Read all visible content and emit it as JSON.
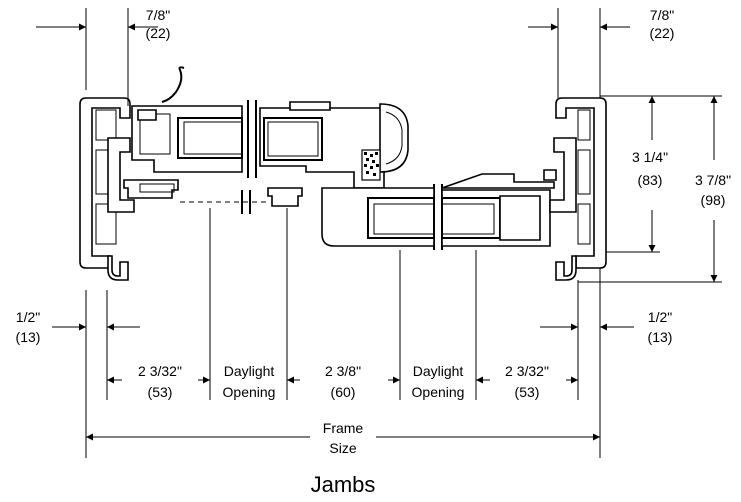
{
  "dimensions": {
    "top_left": {
      "imperial": "7/8\"",
      "metric": "(22)"
    },
    "top_right": {
      "imperial": "7/8\"",
      "metric": "(22)"
    },
    "height_inner": {
      "imperial": "3 1/4\"",
      "metric": "(83)"
    },
    "height_outer": {
      "imperial": "3 7/8\"",
      "metric": "(98)"
    },
    "side_left": {
      "imperial": "1/2\"",
      "metric": "(13)"
    },
    "side_right": {
      "imperial": "1/2\"",
      "metric": "(13)"
    },
    "bottom": {
      "left_frame": {
        "imperial": "2 3/32\"",
        "metric": "(53)"
      },
      "daylight_left": {
        "line1": "Daylight",
        "line2": "Opening"
      },
      "center": {
        "imperial": "2 3/8\"",
        "metric": "(60)"
      },
      "daylight_right": {
        "line1": "Daylight",
        "line2": "Opening"
      },
      "right_frame": {
        "imperial": "2 3/32\"",
        "metric": "(53)"
      }
    },
    "frame_size": {
      "line1": "Frame",
      "line2": "Size"
    }
  },
  "title": "Jambs"
}
